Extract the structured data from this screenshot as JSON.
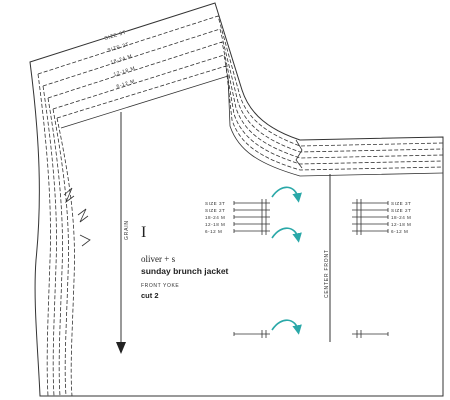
{
  "size_lines": [
    "SIZE 3T",
    "SIZE 2T",
    "18-24 M",
    "12-18 M",
    "6-12 M"
  ],
  "marker_sizes_left": [
    "SIZE 3T",
    "SIZE 2T",
    "18-24 M",
    "12-18 M",
    "6-12 M"
  ],
  "marker_sizes_right": [
    "SIZE 3T",
    "SIZE 2T",
    "18-24 M",
    "12-18 M",
    "6-12 M"
  ],
  "piece": {
    "number": "I",
    "brand": "oliver + s",
    "name": "sunday brunch jacket",
    "subtitle": "FRONT YOKE",
    "cut": "cut 2"
  },
  "grain_label": "GRAIN",
  "center_front_label": "CENTER FRONT",
  "colors": {
    "arrow": "#2aa8a8",
    "line": "#333333"
  }
}
